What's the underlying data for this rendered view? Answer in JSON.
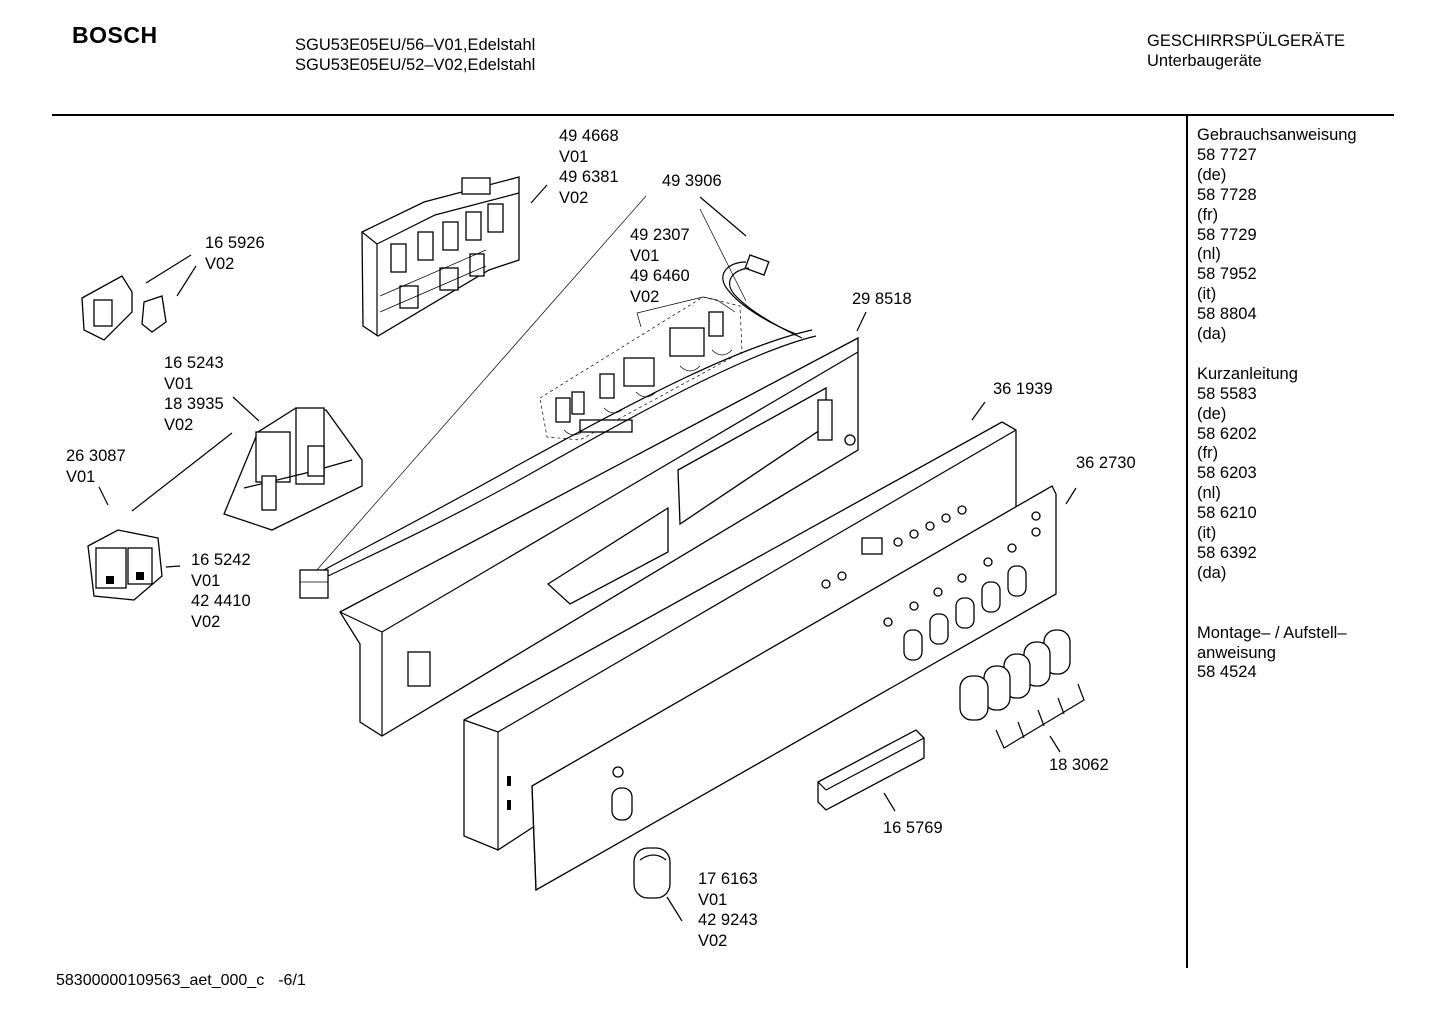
{
  "header": {
    "brand": "BOSCH",
    "models": [
      "SGU53E05EU/56–V01,Edelstahl",
      "SGU53E05EU/52–V02,Edelstahl"
    ],
    "category": "GESCHIRRSPÜLGERÄTE",
    "subcategory": "Unterbaugeräte"
  },
  "documents": [
    {
      "title": "Gebrauchsanweisung",
      "entries": [
        "58 7727",
        "(de)",
        "58 7728",
        "(fr)",
        "58 7729",
        "(nl)",
        "58 7952",
        "(it)",
        "58 8804",
        "(da)"
      ]
    },
    {
      "title": "Kurzanleitung",
      "entries": [
        "58 5583",
        "(de)",
        "58 6202",
        "(fr)",
        "58 6203",
        "(nl)",
        "58 6210",
        "(it)",
        "58 6392",
        "(da)"
      ]
    },
    {
      "title": "Montage– / Aufstell–",
      "entries": [
        "anweisung",
        "58 4524"
      ]
    }
  ],
  "parts": [
    {
      "id": "p494668",
      "lines": [
        "49 4668",
        "V01",
        "49 6381",
        "V02"
      ]
    },
    {
      "id": "p493906",
      "lines": [
        "49 3906"
      ]
    },
    {
      "id": "p492307",
      "lines": [
        "49 2307",
        "V01",
        "49 6460",
        "V02"
      ]
    },
    {
      "id": "p165926",
      "lines": [
        "16 5926",
        "V02"
      ]
    },
    {
      "id": "p165243",
      "lines": [
        "16 5243",
        "V01",
        "18 3935",
        "V02"
      ]
    },
    {
      "id": "p298518",
      "lines": [
        "29 8518"
      ]
    },
    {
      "id": "p263087",
      "lines": [
        "26 3087",
        "V01"
      ]
    },
    {
      "id": "p361939",
      "lines": [
        "36 1939"
      ]
    },
    {
      "id": "p362730",
      "lines": [
        "36 2730"
      ]
    },
    {
      "id": "p165242",
      "lines": [
        "16 5242",
        "V01",
        "42 4410",
        "V02"
      ]
    },
    {
      "id": "p183062",
      "lines": [
        "18 3062"
      ]
    },
    {
      "id": "p165769",
      "lines": [
        "16 5769"
      ]
    },
    {
      "id": "p176163",
      "lines": [
        "17 6163",
        "V01",
        "42 9243",
        "V02"
      ]
    }
  ],
  "footer": {
    "doc_id": "58300000109563_aet_000_c",
    "page": "-6/1"
  }
}
